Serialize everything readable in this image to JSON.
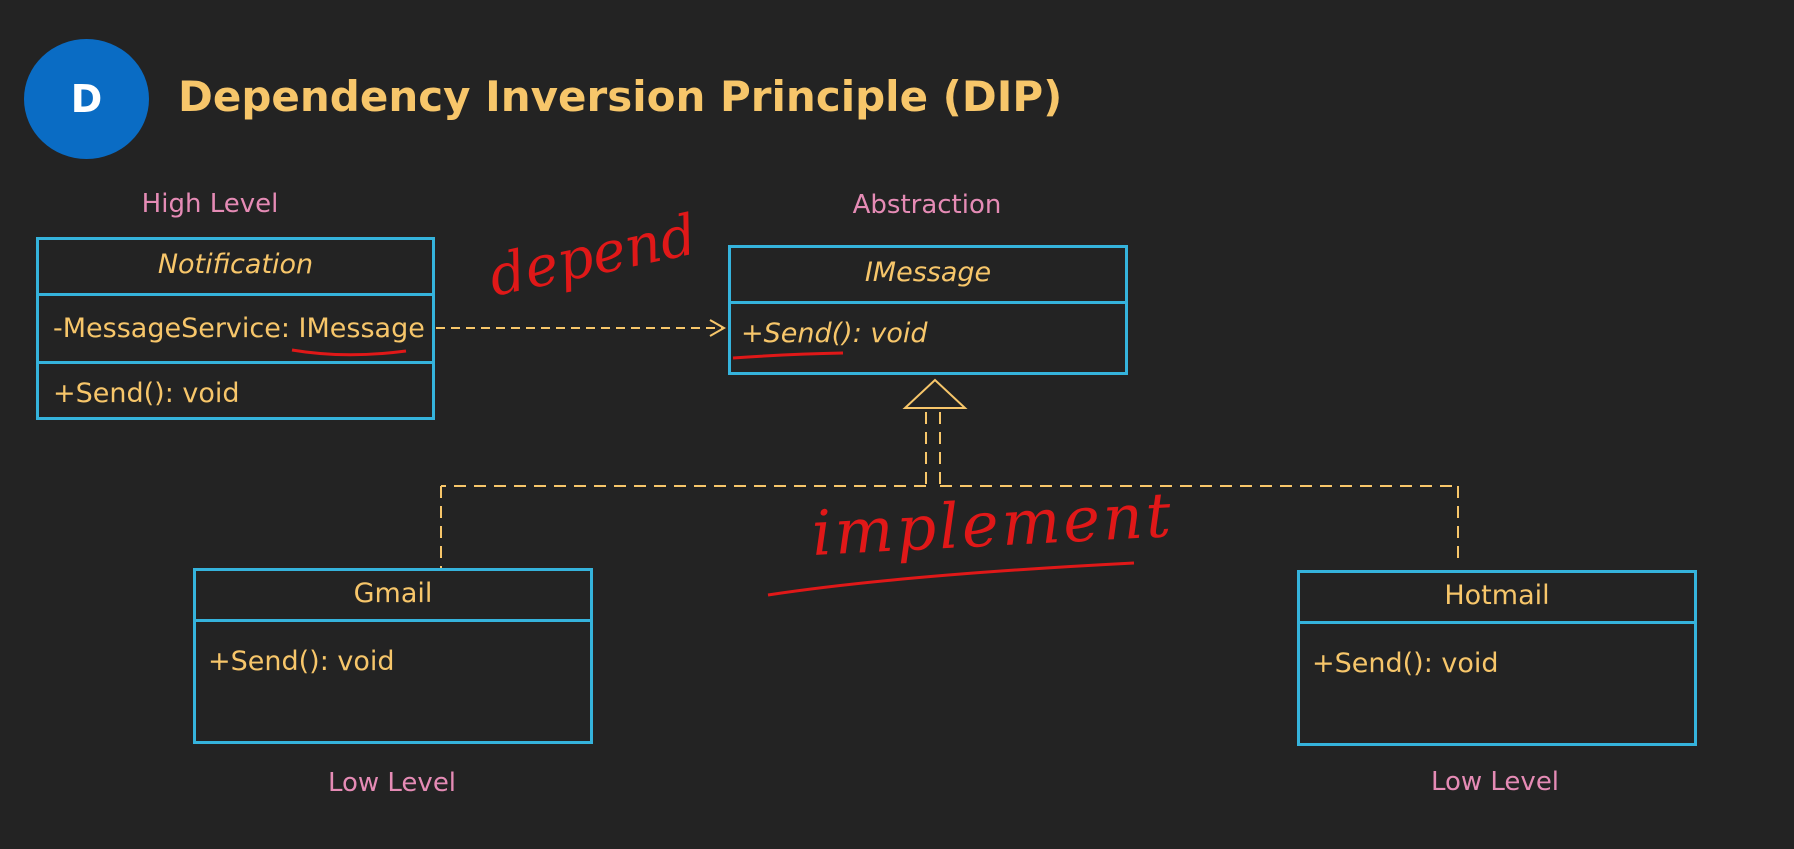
{
  "header": {
    "badge_letter": "D",
    "title": "Dependency Inversion Principle (DIP)"
  },
  "captions": {
    "high_level": "High Level",
    "abstraction": "Abstraction",
    "low_level_left": "Low Level",
    "low_level_right": "Low Level"
  },
  "classes": {
    "notification": {
      "name": "Notification",
      "attribute": "-MessageService: IMessage",
      "method": "+Send(): void"
    },
    "imessage": {
      "name": "IMessage",
      "method": "+Send(): void"
    },
    "gmail": {
      "name": "Gmail",
      "method": "+Send(): void"
    },
    "hotmail": {
      "name": "Hotmail",
      "method": "+Send(): void"
    }
  },
  "annotations": {
    "depend": "depend",
    "implement": "implement"
  },
  "colors": {
    "background": "#232323",
    "box_border": "#35b3dc",
    "text": "#f7c66a",
    "caption": "#e58bb5",
    "badge": "#0a6cc4",
    "handwriting": "#e01818"
  }
}
